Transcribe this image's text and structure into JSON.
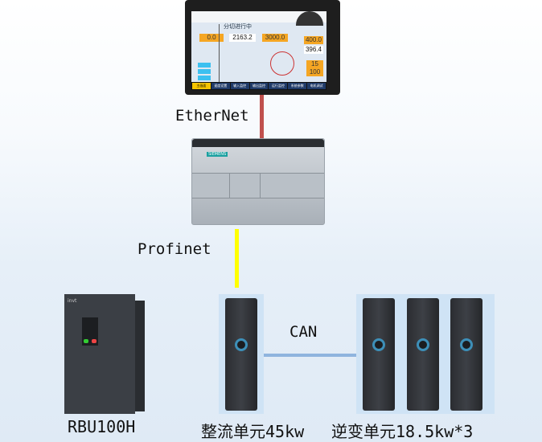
{
  "labels": {
    "ethernet": "EtherNet",
    "profinet": "Profinet",
    "can": "CAN",
    "rbu": "RBU100H",
    "rectifier": "整流单元45kw",
    "inverter": "逆变单元18.5kw*3"
  },
  "hmi": {
    "status": "分切进行中",
    "values": [
      "0.0",
      "2163.2",
      "3000.0",
      "400.0",
      "396.4",
      "15",
      "100"
    ],
    "nav": [
      "主画面",
      "速度设置",
      "输入监控",
      "输出监控",
      "运行监控",
      "系统参数",
      "电机调试"
    ]
  },
  "plc": {
    "brand": "SIEMENS"
  },
  "colors": {
    "ethernet_line": "#c0504d",
    "profinet_line": "#ffff00",
    "can_line": "#8fb4de"
  }
}
